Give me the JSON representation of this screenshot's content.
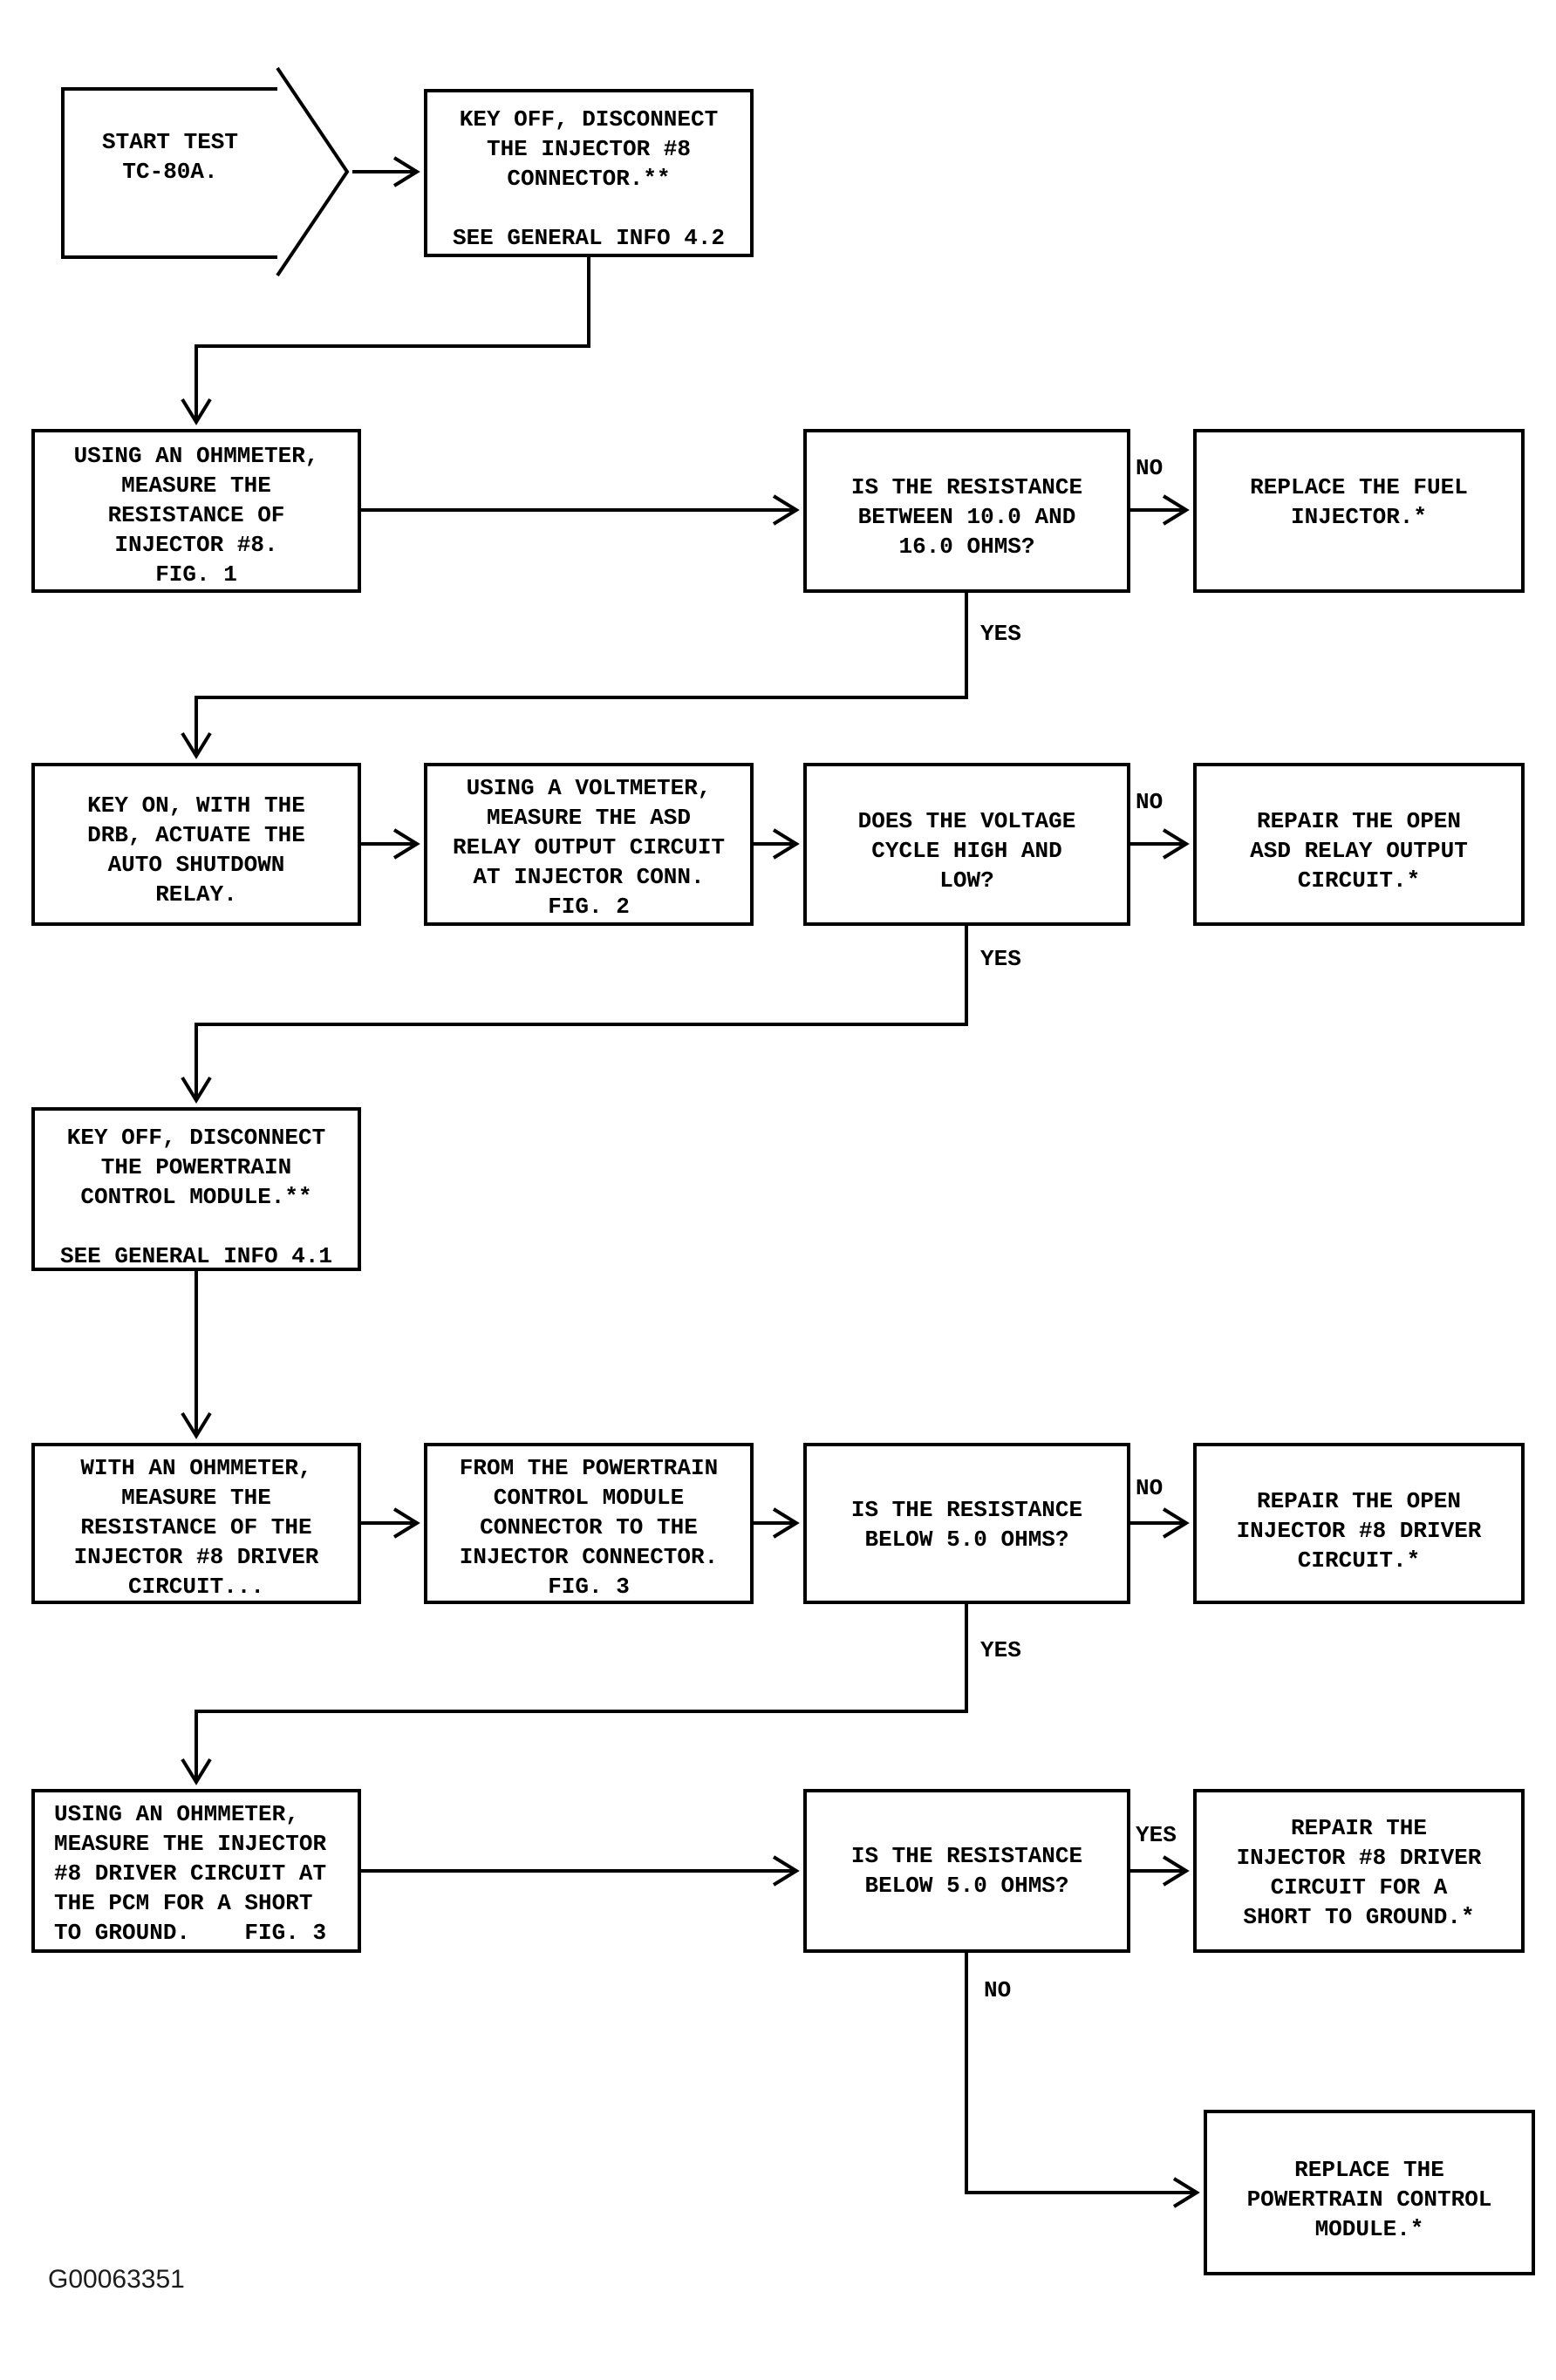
{
  "figure": {
    "code": "G00063351"
  },
  "colors": {
    "ink": "#000000",
    "paper": "#ffffff"
  },
  "flowchart": {
    "nodes": {
      "start": {
        "text": "START TEST\nTC-80A."
      },
      "disconnect_injector_connector": {
        "text": "KEY OFF, DISCONNECT\nTHE INJECTOR #8\nCONNECTOR.**\n\nSEE GENERAL INFO 4.2"
      },
      "measure_injector_resistance": {
        "text": "USING AN OHMMETER,\nMEASURE THE\nRESISTANCE OF\nINJECTOR #8.\nFIG. 1"
      },
      "resistance_10_to_16": {
        "text": "IS THE RESISTANCE\nBETWEEN 10.0 AND\n16.0 OHMS?"
      },
      "replace_fuel_injector": {
        "text": "REPLACE THE FUEL\nINJECTOR.*"
      },
      "actuate_asd_relay": {
        "text": "KEY ON, WITH THE\nDRB, ACTUATE THE\nAUTO SHUTDOWN\nRELAY."
      },
      "measure_asd_output": {
        "text": "USING A VOLTMETER,\nMEASURE THE ASD\nRELAY OUTPUT CIRCUIT\nAT INJECTOR CONN.\nFIG. 2"
      },
      "voltage_cycles": {
        "text": "DOES THE VOLTAGE\nCYCLE HIGH AND\nLOW?"
      },
      "repair_asd_output": {
        "text": "REPAIR THE OPEN\nASD RELAY OUTPUT\nCIRCUIT.*"
      },
      "disconnect_pcm": {
        "text": "KEY OFF, DISCONNECT\nTHE POWERTRAIN\nCONTROL MODULE.**\n\nSEE GENERAL INFO 4.1"
      },
      "measure_driver_resistance": {
        "text": "WITH AN OHMMETER,\nMEASURE THE\nRESISTANCE OF THE\nINJECTOR #8 DRIVER\nCIRCUIT..."
      },
      "pcm_to_injector_connector": {
        "text": "FROM THE POWERTRAIN\nCONTROL MODULE\nCONNECTOR TO THE\nINJECTOR CONNECTOR.\nFIG. 3"
      },
      "resistance_below_5_open": {
        "text": "IS THE RESISTANCE\nBELOW 5.0 OHMS?"
      },
      "repair_open_driver": {
        "text": "REPAIR THE OPEN\nINJECTOR #8 DRIVER\nCIRCUIT.*"
      },
      "measure_driver_short": {
        "text": "USING AN OHMMETER,\nMEASURE THE INJECTOR\n#8 DRIVER CIRCUIT AT\nTHE PCM FOR A SHORT\nTO GROUND.    FIG. 3"
      },
      "resistance_below_5_short": {
        "text": "IS THE RESISTANCE\nBELOW 5.0 OHMS?"
      },
      "repair_driver_short": {
        "text": "REPAIR THE\nINJECTOR #8 DRIVER\nCIRCUIT FOR A\nSHORT TO GROUND.*"
      },
      "replace_pcm": {
        "text": "REPLACE THE\nPOWERTRAIN CONTROL\nMODULE.*"
      }
    },
    "branch_labels": {
      "resistance_10_to_16_no": "NO",
      "resistance_10_to_16_yes": "YES",
      "voltage_cycles_no": "NO",
      "voltage_cycles_yes": "YES",
      "resistance_below_5_open_no": "NO",
      "resistance_below_5_open_yes": "YES",
      "resistance_below_5_short_yes": "YES",
      "resistance_below_5_short_no": "NO"
    }
  }
}
